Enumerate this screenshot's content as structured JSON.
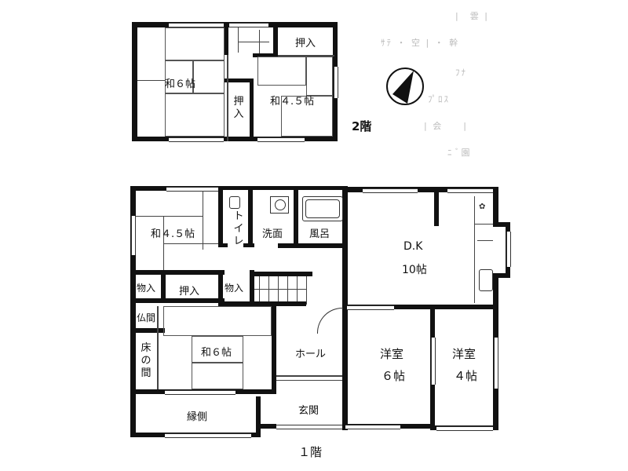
{
  "floors": {
    "second": {
      "label": "2階",
      "rooms": {
        "washitsu6": "和６帖",
        "washitsu45": "和４.５帖",
        "oshiire_top": "押入",
        "oshiire_mid": [
          "押",
          "入"
        ]
      }
    },
    "first": {
      "label": "１階",
      "rooms": {
        "washitsu45": "和４.５帖",
        "toilet": [
          "ト",
          "イ",
          "レ"
        ],
        "senmen": "洗面",
        "furo": "風呂",
        "dk": "D.K",
        "dk_size": "10帖",
        "monoire_left": "物入",
        "oshiire": "押入",
        "monoire_right": "物入",
        "butsuma": "仏間",
        "washitsu6": "和６帖",
        "tokonoma": [
          "床",
          "の",
          "間"
        ],
        "hall": "ホール",
        "youshitsu6": "洋室",
        "youshitsu6_size": "６帖",
        "youshitsu4": "洋室",
        "youshitsu4_size": "４帖",
        "engawa": "縁側",
        "genkan": "玄関"
      }
    }
  },
  "compass": {
    "icon": "north-arrow-icon"
  },
  "colors": {
    "wall": "#111111",
    "background": "#ffffff",
    "faint_text": "#bbbbbb"
  }
}
